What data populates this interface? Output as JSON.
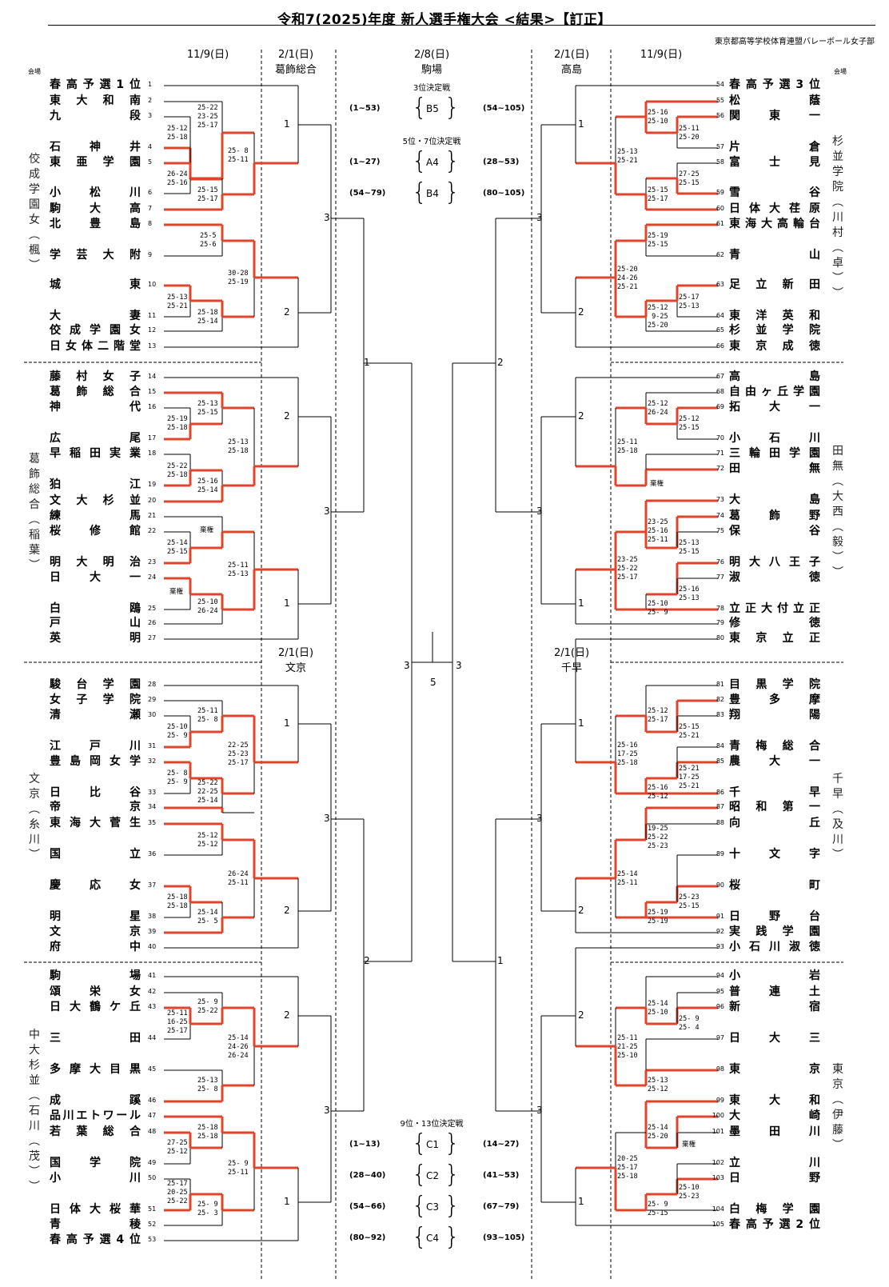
{
  "title": "令和7(2025)年度 新人選手権大会 <結果>【訂正】",
  "organization": "東京都高等学校体育連盟バレーボール女子部",
  "venue_label": "会場",
  "colors": {
    "winner_line": "#e0452b",
    "line": "#000000"
  },
  "column_headers": {
    "left_r1": "11/9(日)",
    "left_r2": "2/1(日)",
    "left_r2_venue": "葛飾総合",
    "center": "2/8(日)",
    "center_venue": "駒場",
    "right_r2": "2/1(日)",
    "right_r2_venue": "高島",
    "right_r1": "11/9(日)",
    "left_lower_r2": "2/1(日)",
    "left_lower_r2_venue": "文京",
    "right_lower_r2": "2/1(日)",
    "right_lower_r2_venue": "千早"
  },
  "regions": {
    "left": [
      "佼成学園女(楓)",
      "葛飾総合(稲葉)",
      "文京(糸川)",
      "中大杉並(石川(茂))"
    ],
    "right": [
      "杉並学院(川村(卓))",
      "田無(大西(毅))",
      "千早(及川)",
      "東京(伊藤)"
    ]
  },
  "teams": [
    {
      "n": 1,
      "name": "春高予選1位"
    },
    {
      "n": 2,
      "name": "東大和南"
    },
    {
      "n": 3,
      "name": "九段"
    },
    {
      "n": 4,
      "name": "石神井"
    },
    {
      "n": 5,
      "name": "東亜学園"
    },
    {
      "n": 6,
      "name": "小松川"
    },
    {
      "n": 7,
      "name": "駒大高"
    },
    {
      "n": 8,
      "name": "北豊島"
    },
    {
      "n": 9,
      "name": "学芸大附"
    },
    {
      "n": 10,
      "name": "城東"
    },
    {
      "n": 11,
      "name": "大妻"
    },
    {
      "n": 12,
      "name": "佼成学園女"
    },
    {
      "n": 13,
      "name": "日女体二階堂"
    },
    {
      "n": 14,
      "name": "藤村女子"
    },
    {
      "n": 15,
      "name": "葛飾総合"
    },
    {
      "n": 16,
      "name": "神代"
    },
    {
      "n": 17,
      "name": "広尾"
    },
    {
      "n": 18,
      "name": "早稲田実業"
    },
    {
      "n": 19,
      "name": "狛江"
    },
    {
      "n": 20,
      "name": "文大杉並"
    },
    {
      "n": 21,
      "name": "練馬"
    },
    {
      "n": 22,
      "name": "桜修館"
    },
    {
      "n": 23,
      "name": "明大明治"
    },
    {
      "n": 24,
      "name": "日大一"
    },
    {
      "n": 25,
      "name": "白鴎"
    },
    {
      "n": 26,
      "name": "戸山"
    },
    {
      "n": 27,
      "name": "英明"
    },
    {
      "n": 28,
      "name": "駿台学園"
    },
    {
      "n": 29,
      "name": "女子学院"
    },
    {
      "n": 30,
      "name": "清瀬"
    },
    {
      "n": 31,
      "name": "江戸川"
    },
    {
      "n": 32,
      "name": "豊島岡女学"
    },
    {
      "n": 33,
      "name": "日比谷"
    },
    {
      "n": 34,
      "name": "帝京"
    },
    {
      "n": 35,
      "name": "東海大菅生"
    },
    {
      "n": 36,
      "name": "国立"
    },
    {
      "n": 37,
      "name": "慶応女"
    },
    {
      "n": 38,
      "name": "明星"
    },
    {
      "n": 39,
      "name": "文京"
    },
    {
      "n": 40,
      "name": "府中"
    },
    {
      "n": 41,
      "name": "駒場"
    },
    {
      "n": 42,
      "name": "頌栄女"
    },
    {
      "n": 43,
      "name": "日大鶴ケ丘"
    },
    {
      "n": 44,
      "name": "三田"
    },
    {
      "n": 45,
      "name": "多摩大目黒"
    },
    {
      "n": 46,
      "name": "成蹊"
    },
    {
      "n": 47,
      "name": "品川エトワール"
    },
    {
      "n": 48,
      "name": "若葉総合"
    },
    {
      "n": 49,
      "name": "国学院"
    },
    {
      "n": 50,
      "name": "小川"
    },
    {
      "n": 51,
      "name": "日体大桜華"
    },
    {
      "n": 52,
      "name": "青稜"
    },
    {
      "n": 53,
      "name": "春高予選4位"
    },
    {
      "n": 54,
      "name": "春高予選3位"
    },
    {
      "n": 55,
      "name": "松蔭"
    },
    {
      "n": 56,
      "name": "関東一"
    },
    {
      "n": 57,
      "name": "片倉"
    },
    {
      "n": 58,
      "name": "富士見"
    },
    {
      "n": 59,
      "name": "雪谷"
    },
    {
      "n": 60,
      "name": "日体大荏原"
    },
    {
      "n": 61,
      "name": "東海大高輪台"
    },
    {
      "n": 62,
      "name": "青山"
    },
    {
      "n": 63,
      "name": "足立新田"
    },
    {
      "n": 64,
      "name": "東洋英和"
    },
    {
      "n": 65,
      "name": "杉並学院"
    },
    {
      "n": 66,
      "name": "東京成徳"
    },
    {
      "n": 67,
      "name": "高島"
    },
    {
      "n": 68,
      "name": "自由ヶ丘学園"
    },
    {
      "n": 69,
      "name": "拓大一"
    },
    {
      "n": 70,
      "name": "小石川"
    },
    {
      "n": 71,
      "name": "三輪田学園"
    },
    {
      "n": 72,
      "name": "田無"
    },
    {
      "n": 73,
      "name": "大島"
    },
    {
      "n": 74,
      "name": "葛飾野"
    },
    {
      "n": 75,
      "name": "保谷"
    },
    {
      "n": 76,
      "name": "明大八王子"
    },
    {
      "n": 77,
      "name": "淑徳"
    },
    {
      "n": 78,
      "name": "立正大付立正"
    },
    {
      "n": 79,
      "name": "修徳"
    },
    {
      "n": 80,
      "name": "東京立正"
    },
    {
      "n": 81,
      "name": "目黒学院"
    },
    {
      "n": 82,
      "name": "豊多摩"
    },
    {
      "n": 83,
      "name": "翔陽"
    },
    {
      "n": 84,
      "name": "青梅総合"
    },
    {
      "n": 85,
      "name": "農大一"
    },
    {
      "n": 86,
      "name": "千早"
    },
    {
      "n": 87,
      "name": "昭和第一"
    },
    {
      "n": 88,
      "name": "向丘"
    },
    {
      "n": 89,
      "name": "十文字"
    },
    {
      "n": 90,
      "name": "桜町"
    },
    {
      "n": 91,
      "name": "日野台"
    },
    {
      "n": 92,
      "name": "実践学園"
    },
    {
      "n": 93,
      "name": "小石川淑徳"
    },
    {
      "n": 94,
      "name": "小岩"
    },
    {
      "n": 95,
      "name": "普連土"
    },
    {
      "n": 96,
      "name": "新宿"
    },
    {
      "n": 97,
      "name": "日大三"
    },
    {
      "n": 98,
      "name": "東京"
    },
    {
      "n": 99,
      "name": "東大和"
    },
    {
      "n": 100,
      "name": "大崎"
    },
    {
      "n": 101,
      "name": "墨田川"
    },
    {
      "n": 102,
      "name": "立川"
    },
    {
      "n": 103,
      "name": "日野"
    },
    {
      "n": 104,
      "name": "白梅学園"
    },
    {
      "n": 105,
      "name": "春高予選2位"
    }
  ],
  "scores": [
    {
      "id": "l-3-4",
      "text": "25-12\n25-18"
    },
    {
      "id": "l-2-34",
      "text": "25-22\n23-25\n25-17"
    },
    {
      "id": "l-5-6",
      "text": "26-24\n25-16"
    },
    {
      "id": "l-56-7",
      "text": "25-15\n25-17"
    },
    {
      "id": "l-r3a",
      "text": "25- 8\n25-11"
    },
    {
      "id": "l-8-9",
      "text": "25-5\n25-6"
    },
    {
      "id": "l-10-11",
      "text": "25-13\n25-21"
    },
    {
      "id": "l-1011-12",
      "text": "25-18\n25-14"
    },
    {
      "id": "l-r3b",
      "text": "30-28\n25-19"
    },
    {
      "id": "l-16-17",
      "text": "25-19\n25-18"
    },
    {
      "id": "l-15-1617",
      "text": "25-13\n25-15"
    },
    {
      "id": "l-18-19",
      "text": "25-22\n25-18"
    },
    {
      "id": "l-1819-20",
      "text": "25-16\n25-14"
    },
    {
      "id": "l-r3c",
      "text": "25-13\n25-18"
    },
    {
      "id": "l-22-23",
      "text": "25-14\n25-15"
    },
    {
      "id": "l-21-2223",
      "text": "棄権"
    },
    {
      "id": "l-24-25",
      "text": "棄権"
    },
    {
      "id": "l-2425-26",
      "text": "25-10\n26-24"
    },
    {
      "id": "l-r3d",
      "text": "25-11\n25-13"
    },
    {
      "id": "l-30-31",
      "text": "25-10\n25- 9"
    },
    {
      "id": "l-29-3031",
      "text": "25-11\n25- 8"
    },
    {
      "id": "l-32-33",
      "text": "25- 8\n25- 9"
    },
    {
      "id": "l-3233-34",
      "text": "25-22\n22-25\n25-14"
    },
    {
      "id": "l-r3e",
      "text": "22-25\n25-23\n25-17"
    },
    {
      "id": "l-35-36",
      "text": "25-12\n25-12"
    },
    {
      "id": "l-37-38",
      "text": "25-18\n25-18"
    },
    {
      "id": "l-3738-39",
      "text": "25-14\n25- 5"
    },
    {
      "id": "l-r3f",
      "text": "26-24\n25-11"
    },
    {
      "id": "l-43-44",
      "text": "25-11\n16-25\n25-17"
    },
    {
      "id": "l-42-4344",
      "text": "25- 9\n25-22"
    },
    {
      "id": "l-45-46",
      "text": "25-13\n25- 8"
    },
    {
      "id": "l-r3g",
      "text": "25-14\n24-26\n26-24"
    },
    {
      "id": "l-48-49",
      "text": "27-25\n25-12"
    },
    {
      "id": "l-47-4849",
      "text": "25-18\n25-18"
    },
    {
      "id": "l-50-51",
      "text": "25-17\n20-25\n25-22"
    },
    {
      "id": "l-5051-52",
      "text": "25- 9\n25- 3"
    },
    {
      "id": "l-r3h",
      "text": "25- 9\n25-11"
    },
    {
      "id": "r-56-57",
      "text": "25-11\n25-20"
    },
    {
      "id": "r-55-5657",
      "text": "25-16\n25-10"
    },
    {
      "id": "r-58-59",
      "text": "27-25\n25-15"
    },
    {
      "id": "r-5859-60",
      "text": "25-15\n25-17"
    },
    {
      "id": "r-r3a",
      "text": "25-13\n25-21"
    },
    {
      "id": "r-61-62",
      "text": "25-19\n25-15"
    },
    {
      "id": "r-63-64",
      "text": "25-17\n25-13"
    },
    {
      "id": "r-6364-65",
      "text": "25-12\n 9-25\n25-20"
    },
    {
      "id": "r-r3b",
      "text": "25-20\n24-26\n25-21"
    },
    {
      "id": "r-69-70",
      "text": "25-12\n25-15"
    },
    {
      "id": "r-68-6970",
      "text": "25-12\n26-24"
    },
    {
      "id": "r-71-72",
      "text": "棄権"
    },
    {
      "id": "r-r3c",
      "text": "25-11\n25-18"
    },
    {
      "id": "r-74-75",
      "text": "25-13\n25-15"
    },
    {
      "id": "r-73-7475",
      "text": "23-25\n25-16\n25-11"
    },
    {
      "id": "r-76-77",
      "text": "25-16\n25-13"
    },
    {
      "id": "r-7677-78",
      "text": "25-10\n25- 9"
    },
    {
      "id": "r-r3d",
      "text": "23-25\n25-22\n25-17"
    },
    {
      "id": "r-82-83",
      "text": "25-15\n25-21"
    },
    {
      "id": "r-81-8283",
      "text": "25-12\n25-17"
    },
    {
      "id": "r-84-85",
      "text": "25-21\n17-25\n25-21"
    },
    {
      "id": "r-8485-86",
      "text": "25-16\n25-12"
    },
    {
      "id": "r-r3e",
      "text": "25-16\n17-25\n25-18"
    },
    {
      "id": "r-87-88",
      "text": "19-25\n25-22\n25-23"
    },
    {
      "id": "r-89-90",
      "text": "25-23\n25-15"
    },
    {
      "id": "r-8990-91",
      "text": "25-19\n25-19"
    },
    {
      "id": "r-r3f",
      "text": "25-14\n25-11"
    },
    {
      "id": "r-95-96",
      "text": "25- 9\n25- 4"
    },
    {
      "id": "r-94-9596",
      "text": "25-14\n25-10"
    },
    {
      "id": "r-97-98",
      "text": "25-13\n25-12"
    },
    {
      "id": "r-r3g",
      "text": "25-11\n21-25\n25-10"
    },
    {
      "id": "r-100-101",
      "text": "棄権"
    },
    {
      "id": "r-99-100101",
      "text": "25-14\n25-20"
    },
    {
      "id": "r-102-103",
      "text": "25-10\n25-23"
    },
    {
      "id": "r-102103-104",
      "text": "25- 9\n25-15"
    },
    {
      "id": "r-r3h",
      "text": "20-25\n25-17\n25-18"
    }
  ],
  "round_numbers": {
    "left_groups": [
      "1",
      "2",
      "2",
      "1",
      "1",
      "2",
      "2",
      "1"
    ],
    "left_r3": [
      "3",
      "3",
      "3",
      "3"
    ],
    "left_semis": [
      "1",
      "2"
    ],
    "right_groups": [
      "1",
      "2",
      "2",
      "1",
      "1",
      "2",
      "2",
      "1"
    ],
    "right_r3": [
      "3",
      "3",
      "3",
      "3"
    ],
    "right_semis": [
      "2",
      "1"
    ],
    "final_left": "3",
    "final_right": "3",
    "final_center": "5"
  },
  "placement_matches": {
    "third_place": {
      "label": "3位決定戦",
      "matches": [
        {
          "left": "(1~53)",
          "code": "B5",
          "right": "(54~105)"
        }
      ]
    },
    "fifth_seventh": {
      "label": "5位・7位決定戦",
      "matches": [
        {
          "left": "(1~27)",
          "code": "A4",
          "right": "(28~53)"
        },
        {
          "left": "(54~79)",
          "code": "B4",
          "right": "(80~105)"
        }
      ]
    },
    "ninth_thirteenth": {
      "label": "9位・13位決定戦",
      "matches": [
        {
          "left": "(1~13)",
          "code": "C1",
          "right": "(14~27)"
        },
        {
          "left": "(28~40)",
          "code": "C2",
          "right": "(41~53)"
        },
        {
          "left": "(54~66)",
          "code": "C3",
          "right": "(67~79)"
        },
        {
          "left": "(80~92)",
          "code": "C4",
          "right": "(93~105)"
        }
      ]
    }
  }
}
